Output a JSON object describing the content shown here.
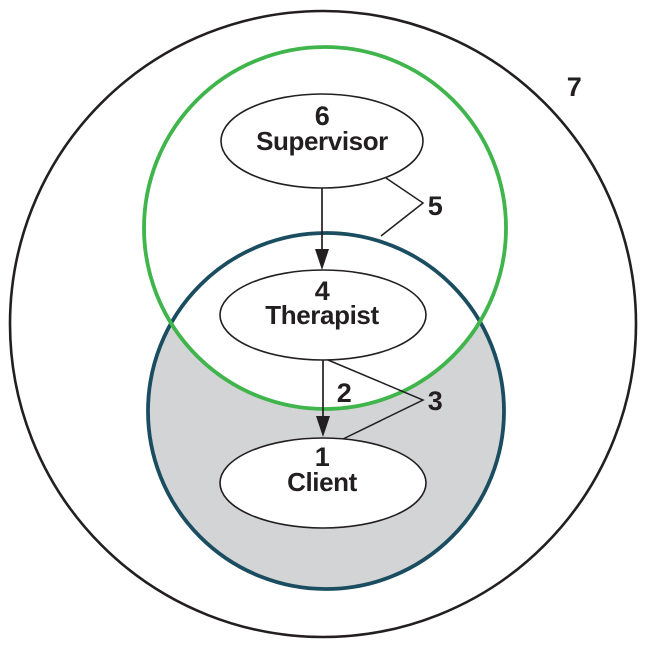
{
  "colors": {
    "outline": "#231f20",
    "text": "#231f20",
    "green_circle": "#3fb54b",
    "teal_circle": "#1a4d60",
    "gray_region": "#d3d4d6",
    "node_fill": "#ffffff",
    "background": "#ffffff"
  },
  "nodes": {
    "supervisor": {
      "number": "6",
      "label": "Supervisor"
    },
    "therapist": {
      "number": "4",
      "label": "Therapist"
    },
    "client": {
      "number": "1",
      "label": "Client"
    }
  },
  "annotations": {
    "outer_boundary_label": "7",
    "supervisory_bracket_label": "5",
    "therapy_arrow_label": "2",
    "client_bracket_label": "3"
  }
}
